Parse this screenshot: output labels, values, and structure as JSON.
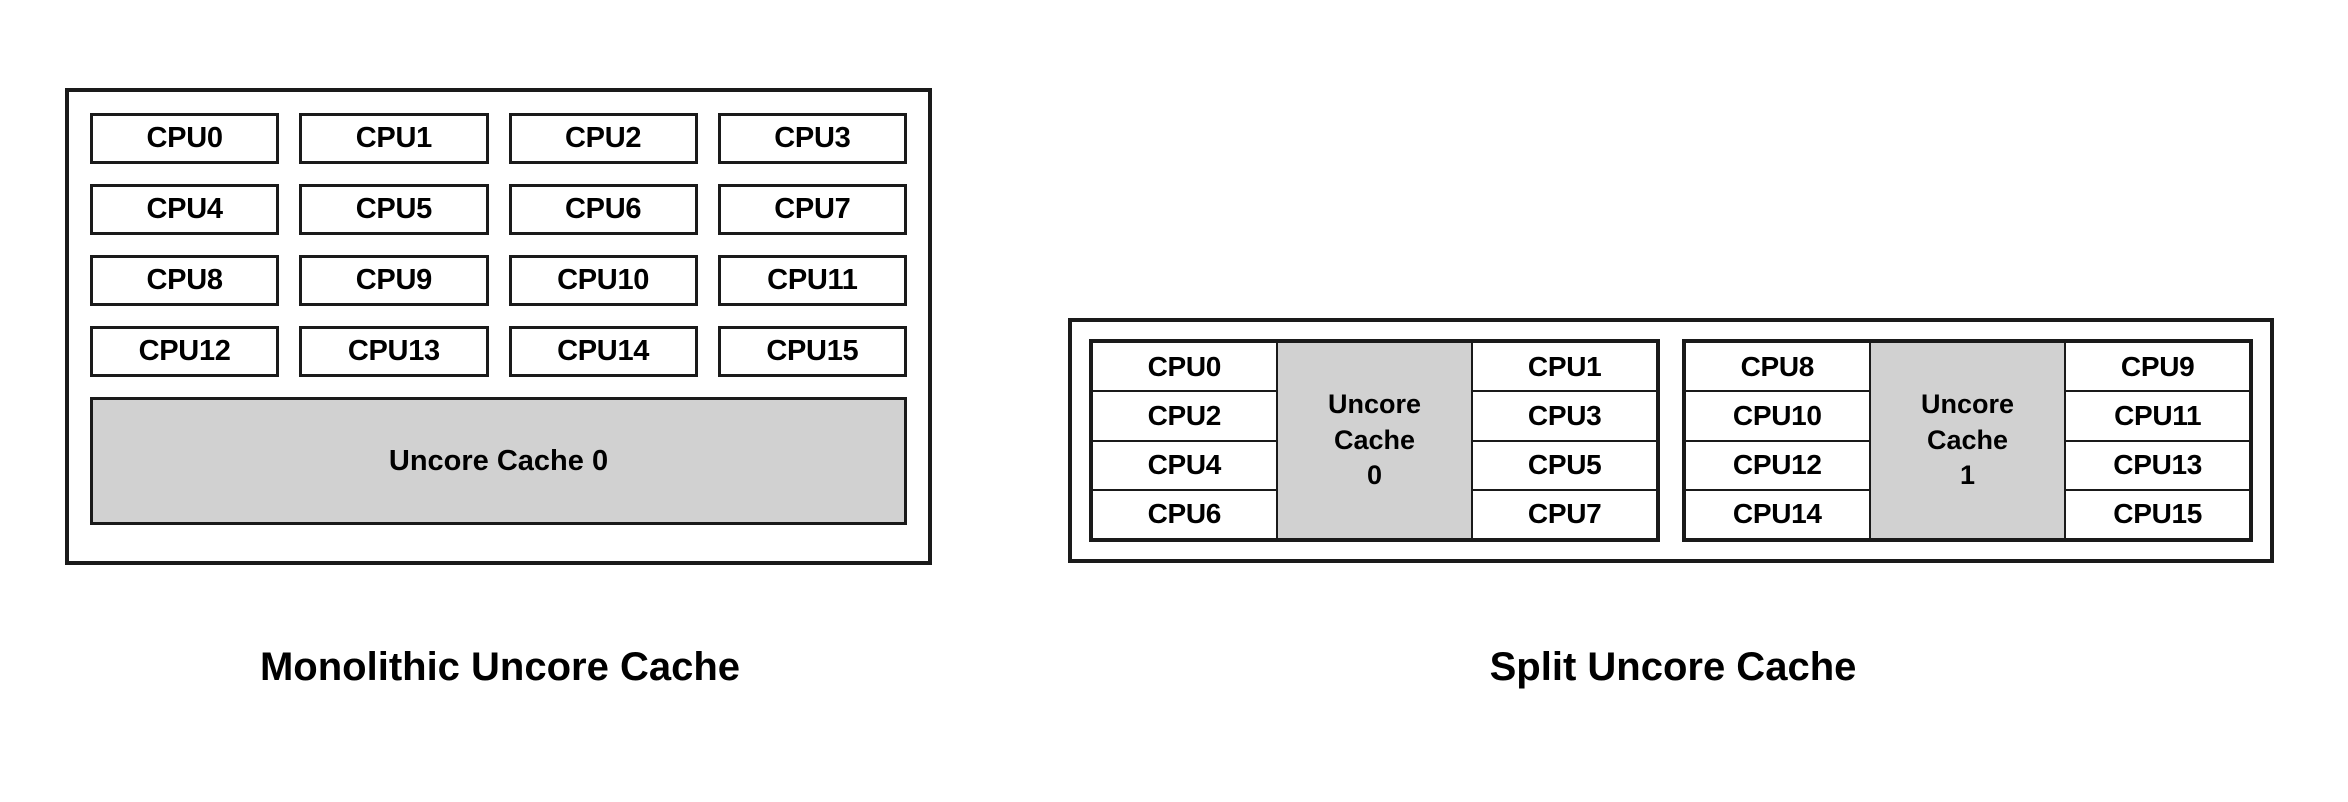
{
  "figures": [
    {
      "id": "monolithic",
      "caption": "Monolithic Uncore Cache",
      "cpus": [
        "CPU0",
        "CPU1",
        "CPU2",
        "CPU3",
        "CPU4",
        "CPU5",
        "CPU6",
        "CPU7",
        "CPU8",
        "CPU9",
        "CPU10",
        "CPU11",
        "CPU12",
        "CPU13",
        "CPU14",
        "CPU15"
      ],
      "cache_label": "Uncore Cache 0"
    },
    {
      "id": "split",
      "caption": "Split Uncore Cache",
      "groups": [
        {
          "left_column": [
            "CPU0",
            "CPU2",
            "CPU4",
            "CPU6"
          ],
          "cache_line1": "Uncore",
          "cache_line2": "Cache",
          "cache_line3": "0",
          "right_column": [
            "CPU1",
            "CPU3",
            "CPU5",
            "CPU7"
          ]
        },
        {
          "left_column": [
            "CPU8",
            "CPU10",
            "CPU12",
            "CPU14"
          ],
          "cache_line1": "Uncore",
          "cache_line2": "Cache",
          "cache_line3": "1",
          "right_column": [
            "CPU9",
            "CPU11",
            "CPU13",
            "CPU15"
          ]
        }
      ]
    }
  ],
  "colors": {
    "cache_fill": "#d1d1d1",
    "border": "#1a1a1a",
    "background": "#ffffff",
    "text": "#000000"
  }
}
